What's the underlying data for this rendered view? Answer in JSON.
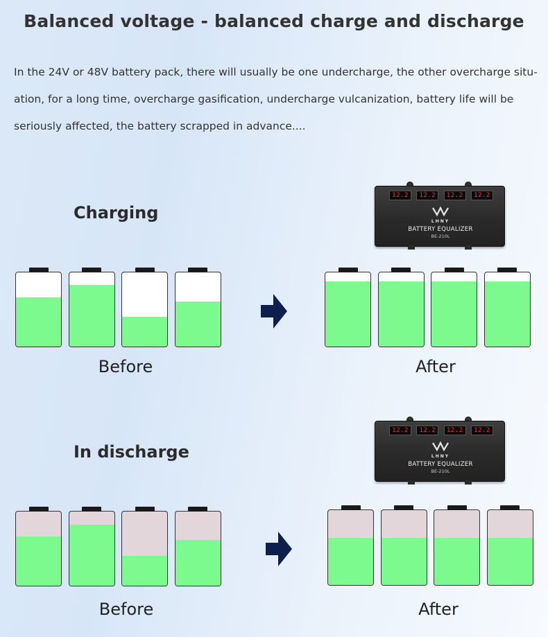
{
  "title": "Balanced voltage - balanced charge and discharge",
  "intro_lines": [
    "In the 24V or 48V battery pack, there will usually be one undercharge, the other overcharge situ-",
    "ation, for a long time, overcharge gasification, undercharge vulcanization, battery life will be",
    "seriously affected, the battery scrapped in advance...."
  ],
  "colors": {
    "charge_fill": "#7dfa8d",
    "charge_empty": "#ffffff",
    "discharge_empty": "#e2d6da",
    "arrow": "#0f1f4d",
    "display_digits": "#ff3030"
  },
  "device": {
    "brand": "LHNY",
    "name": "BATTERY EQUALIZER",
    "model": "BE-210L",
    "displays": [
      "12.2",
      "12.2",
      "12.2",
      "12.2"
    ],
    "logo_icon": "zigzag-logo-icon"
  },
  "charging": {
    "label": "Charging",
    "before_label": "Before",
    "after_label": "After",
    "before_levels": [
      0.66,
      0.83,
      0.4,
      0.61
    ],
    "after_levels": [
      0.88,
      0.88,
      0.88,
      0.88
    ]
  },
  "discharge": {
    "label": "In discharge",
    "before_label": "Before",
    "after_label": "After",
    "before_levels": [
      0.66,
      0.82,
      0.4,
      0.62
    ],
    "after_levels": [
      0.63,
      0.63,
      0.63,
      0.63
    ]
  }
}
